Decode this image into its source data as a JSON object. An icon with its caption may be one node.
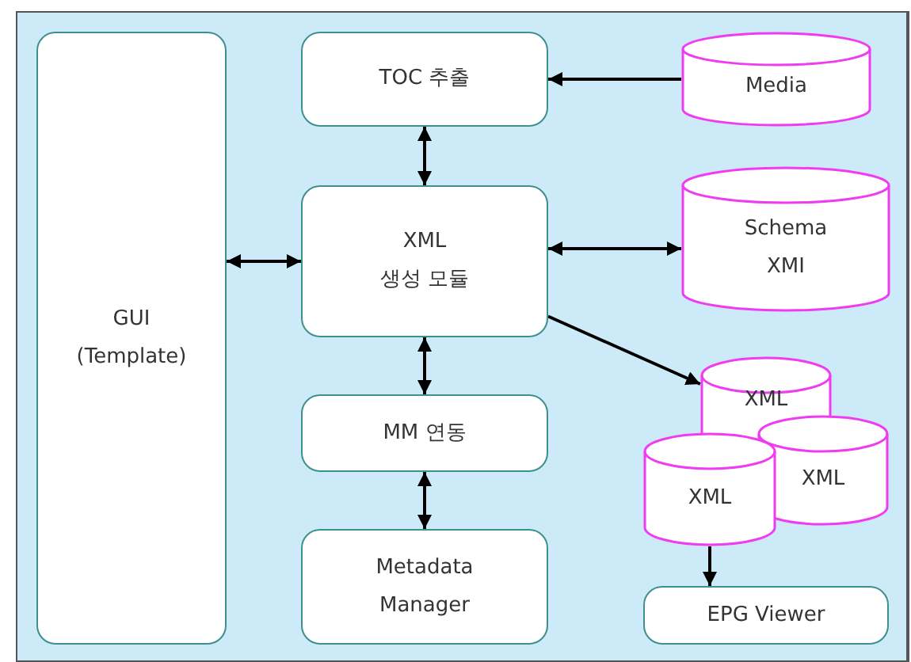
{
  "diagram": {
    "nodes": [
      {
        "text": [
          "GUI",
          "(Template)"
        ]
      },
      {
        "text": [
          "TOC 추출"
        ]
      },
      {
        "text": [
          "XML",
          "생성 모듈"
        ]
      },
      {
        "text": [
          "MM 연동"
        ]
      },
      {
        "text": [
          "Metadata",
          "Manager"
        ]
      },
      {
        "text": [
          "Media"
        ]
      },
      {
        "text": [
          "Schema",
          "XMI"
        ]
      },
      {
        "text": [
          "XML"
        ]
      },
      {
        "text": [
          "XML"
        ]
      },
      {
        "text": [
          "XML"
        ]
      },
      {
        "text": [
          "EPG Viewer"
        ]
      }
    ],
    "edges": [
      {
        "from": 0,
        "to": 2,
        "arrow": "both"
      },
      {
        "from": 5,
        "to": 1,
        "arrow": "to"
      },
      {
        "from": 1,
        "to": 2,
        "arrow": "both"
      },
      {
        "from": 2,
        "to": 6,
        "arrow": "both"
      },
      {
        "from": 2,
        "to": 7,
        "arrow": "to"
      },
      {
        "from": 2,
        "to": 3,
        "arrow": "both"
      },
      {
        "from": 3,
        "to": 4,
        "arrow": "both"
      },
      {
        "from": 8,
        "to": 10,
        "arrow": "to"
      }
    ]
  }
}
